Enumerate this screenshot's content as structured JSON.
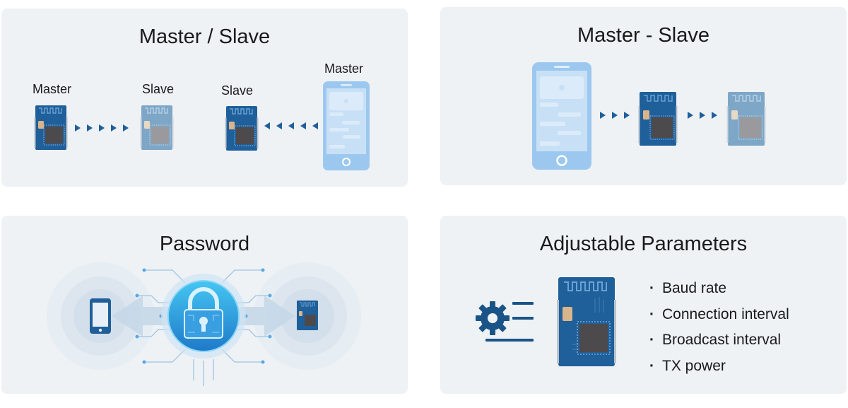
{
  "panels": {
    "master_slave": {
      "title": "Master / Slave",
      "labels": {
        "master": "Master",
        "slave_a": "Slave",
        "slave_b": "Slave",
        "phone_master": "Master"
      }
    },
    "master_dash_slave": {
      "title": "Master - Slave"
    },
    "password": {
      "title": "Password"
    },
    "params": {
      "title": "Adjustable Parameters",
      "items": [
        "Baud rate",
        "Connection interval",
        "Broadcast interval",
        "TX power"
      ]
    }
  },
  "colors": {
    "panel_bg": "#eef2f5",
    "module_blue": "#1f5f9a",
    "module_faded": "#7ea6c6",
    "arrow_blue": "#1f5f9a",
    "phone_blue": "#9cc8ef",
    "chip_dark": "#4d4a4d",
    "gear_blue": "#1a5487"
  },
  "icons": [
    "ble-module-icon",
    "smartphone-icon",
    "padlock-icon",
    "gear-icon",
    "arrow-right-icon",
    "arrow-left-icon"
  ]
}
